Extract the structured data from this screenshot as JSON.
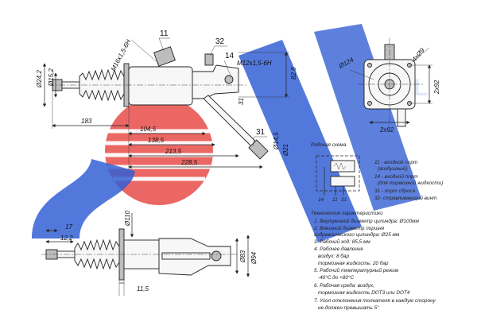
{
  "watermark": {
    "text": "SORL",
    "colors": {
      "blue": "#1e4fd0",
      "red": "#e53935",
      "white": "#ffffff"
    }
  },
  "callouts": {
    "c11": "11",
    "c32": "32",
    "c14": "14",
    "c31": "31"
  },
  "dimensions": {
    "d24_2": "Ø24,2",
    "d15_2": "Ø15,2",
    "m16": "M16x1,5-6H",
    "m12": "M12x1,5-6H",
    "d82_8": "82,8",
    "d31": "31",
    "d183": "183",
    "d104_5": "104,5",
    "d138_5": "138,5",
    "d213_5": "213,5",
    "d228_5": "228,5",
    "d14_5": "Ø14,5",
    "d21": "Ø21",
    "d124": "Ø124",
    "d4x9": "4xØ9",
    "d2x92v": "2x92",
    "d2x92h": "2x92",
    "d17": "17",
    "d12_2": "12,2",
    "d110": "Ø110",
    "d83": "Ø83",
    "d94": "Ø94",
    "d11_5": "11,5"
  },
  "scheme": {
    "title": "Рабочая схема",
    "p1": "14",
    "p2": "11",
    "p3": "31"
  },
  "legend": [
    "11 - входной порт",
    "(воздушный)",
    "14 - входной порт",
    "(для тормозной жидкости)",
    "31 - порт сброса",
    "32- стравливающий винт"
  ],
  "specs_title": "Технические характеристики",
  "specs": [
    "1. Внутренний диаметр цилиндра: Ø100мм",
    "2. Внешний диаметр поршня",
    "гидравлического цилиндра: Ø25 мм",
    "3. Рабочий ход: 85,5 мм",
    "4. Рабочее давление",
    "воздух: 8 бар",
    "тормозная жидкость: 20 бар",
    "5. Рабочий температурный режим",
    "-40°С до +80°С",
    "6. Рабочая среда: воздух,",
    "тормозная жидкость DOT3 или DOT4",
    "7. Угол отклонения толкателя в каждую сторону",
    "не должен превышать 5°"
  ]
}
